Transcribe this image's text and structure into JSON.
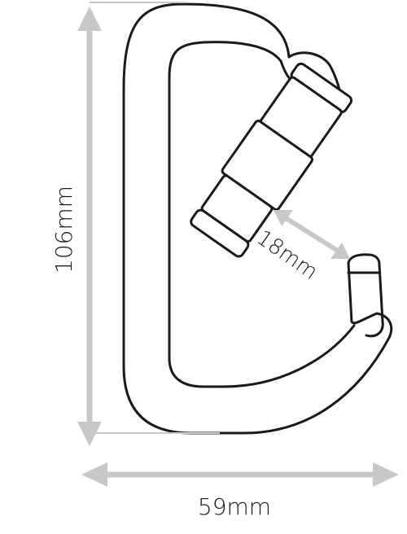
{
  "dimensions": {
    "height_label": "106mm",
    "width_label": "59mm",
    "gate_opening_label": "18mm"
  },
  "colors": {
    "outline": "#1a1a1a",
    "arrow": "#c8c8c8",
    "background": "#ffffff"
  }
}
